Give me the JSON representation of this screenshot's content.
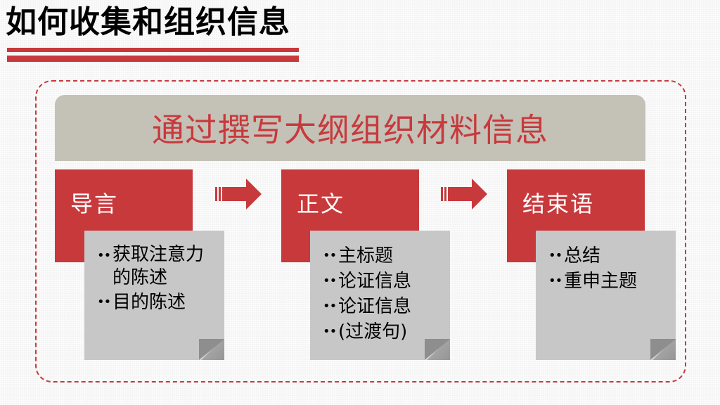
{
  "slide": {
    "title": "如何收集和组织信息",
    "banner": "通过撰写大纲组织材料信息",
    "stages": [
      {
        "label": "导言",
        "items": [
          "获取注意力的陈述",
          "目的陈述"
        ]
      },
      {
        "label": "正文",
        "items": [
          "主标题",
          "论证信息",
          "论证信息",
          "(过渡句)"
        ]
      },
      {
        "label": "结束语",
        "items": [
          "总结",
          "重申主题"
        ]
      }
    ],
    "bullet": "••",
    "arrow_icon": "arrow-right-icon",
    "colors": {
      "accent": "#c8393c",
      "banner": "#c4c1b7",
      "card": "#c7c7c7"
    }
  }
}
